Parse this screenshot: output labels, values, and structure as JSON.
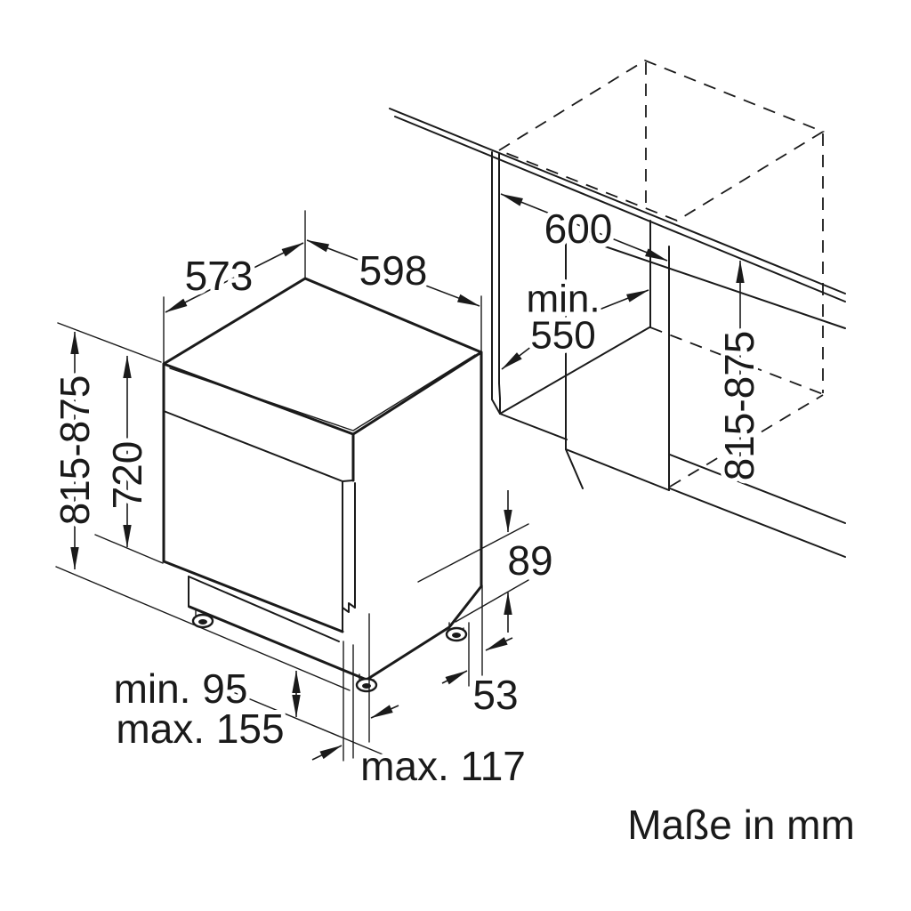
{
  "diagram": {
    "title": "dishwasher-installation-dimensions",
    "units_note": "Maße in mm",
    "dims": {
      "top_depth": "573",
      "top_width": "598",
      "niche_depth": "600",
      "niche_width_min_label": "min.",
      "niche_width_min_value": "550",
      "overall_height_left": "815-875",
      "front_height": "720",
      "plinth_clearance_min": "min. 95",
      "plinth_clearance_max": "max. 155",
      "base_height": "89",
      "foot_inset": "53",
      "foot_depth_max": "max. 117",
      "overall_height_right": "815-875"
    },
    "line_color": "#1a1a1a",
    "background_color": "#ffffff"
  }
}
